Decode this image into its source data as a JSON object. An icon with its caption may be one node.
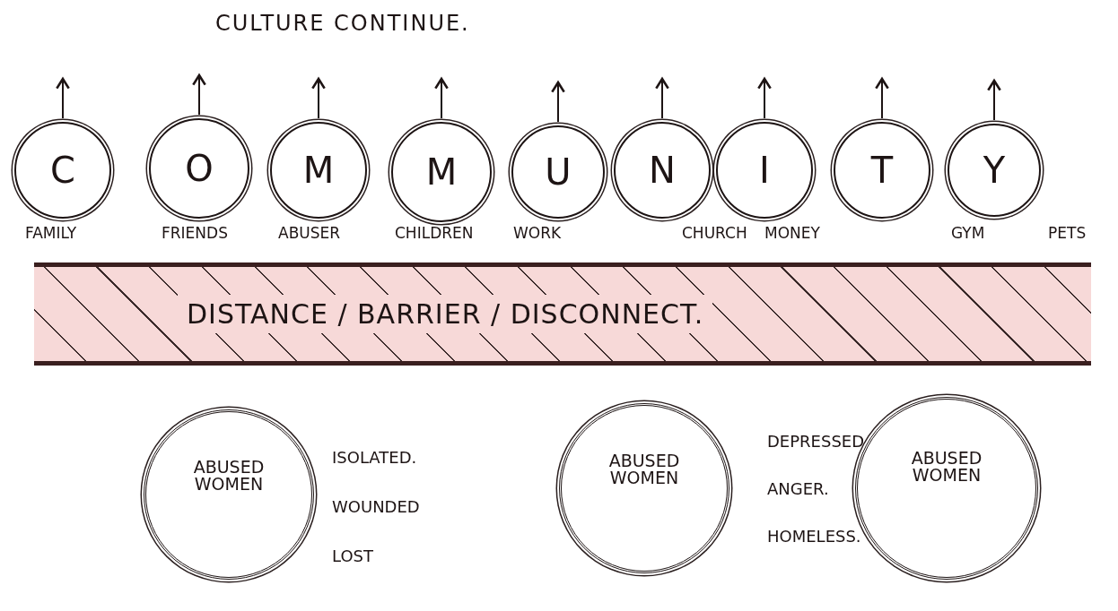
{
  "diagram": {
    "title": "CULTURE CONTINUE.",
    "nodes": [
      {
        "text": [
          "C"
        ]
      },
      {
        "text": [
          "O"
        ]
      },
      {
        "text": [
          "M"
        ]
      },
      {
        "text": [
          "M"
        ]
      },
      {
        "text": [
          "U"
        ]
      },
      {
        "text": [
          "N"
        ]
      },
      {
        "text": [
          "I"
        ]
      },
      {
        "text": [
          "T"
        ]
      },
      {
        "text": [
          "Y"
        ]
      },
      {
        "text": [
          "DISTANCE / BARRIER / DISCONNECT."
        ]
      },
      {
        "text": [
          "ABUSED WOMEN"
        ]
      },
      {
        "text": [
          "ABUSED WOMEN"
        ]
      },
      {
        "text": [
          "ABUSED WOMEN"
        ]
      }
    ],
    "edges": [
      {
        "from": 0,
        "to": null,
        "arrow": "to"
      },
      {
        "from": 1,
        "to": null,
        "arrow": "to"
      },
      {
        "from": 2,
        "to": null,
        "arrow": "to"
      },
      {
        "from": 3,
        "to": null,
        "arrow": "to"
      },
      {
        "from": 4,
        "to": null,
        "arrow": "to"
      },
      {
        "from": 5,
        "to": null,
        "arrow": "to"
      },
      {
        "from": 6,
        "to": null,
        "arrow": "to"
      },
      {
        "from": 7,
        "to": null,
        "arrow": "to"
      },
      {
        "from": 8,
        "to": null,
        "arrow": "to"
      }
    ],
    "labels": [
      "FAMILY",
      "FRIENDS",
      "ABUSER",
      "CHILDREN",
      "WORK",
      "CHURCH",
      "MONEY",
      "GYM",
      "PETS",
      "ISOLATED.",
      "WOUNDED",
      "LOST",
      "DEPRESSED",
      "ANGER.",
      "HOMELESS."
    ]
  }
}
